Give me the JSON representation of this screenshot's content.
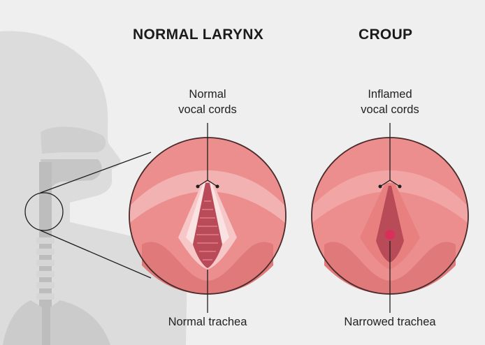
{
  "panels": {
    "normal": {
      "title": "NORMAL LARYNX",
      "top_label": [
        "Normal",
        "vocal cords"
      ],
      "bottom_label": "Normal trachea"
    },
    "croup": {
      "title": "CROUP",
      "top_label": [
        "Inflamed",
        "vocal cords"
      ],
      "bottom_label": "Narrowed trachea"
    }
  },
  "colors": {
    "background": "#efefef",
    "silhouette": "#dcdcdc",
    "tissue": "#ec8e8e",
    "tissue_outline": "#4a2a2a",
    "trachea": "#a83a4a"
  }
}
